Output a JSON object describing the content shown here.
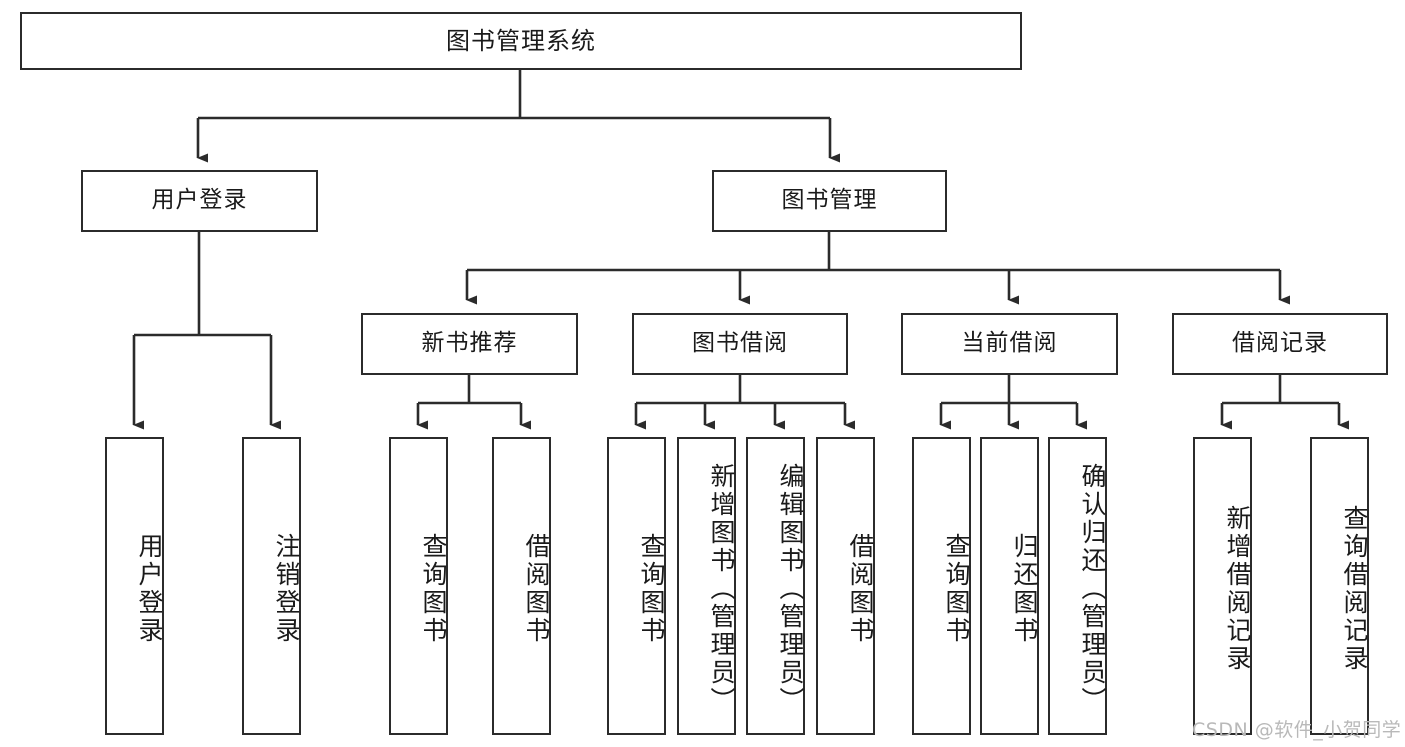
{
  "diagram": {
    "type": "tree-hierarchy",
    "title": "图书管理系统",
    "watermark": "CSDN @软件_小贺同学",
    "colors": {
      "box_border": "#2b2b2b",
      "box_fill": "#ffffff",
      "connector": "#2b2b2b",
      "text": "#1a1a1a",
      "watermark": "#b9b9b9",
      "background": "#ffffff"
    },
    "nodes": {
      "root": {
        "label": "图书管理系统"
      },
      "level2": [
        {
          "id": "user-login",
          "label": "用户登录"
        },
        {
          "id": "book-manage",
          "label": "图书管理"
        }
      ],
      "level3": [
        {
          "id": "new-book-recommend",
          "label": "新书推荐"
        },
        {
          "id": "book-borrow",
          "label": "图书借阅"
        },
        {
          "id": "current-borrow",
          "label": "当前借阅"
        },
        {
          "id": "borrow-record",
          "label": "借阅记录"
        }
      ],
      "leaves": {
        "user-login": [
          {
            "id": "leaf-user-login",
            "label": "用户登录"
          },
          {
            "id": "leaf-logout-login",
            "label": "注销登录"
          }
        ],
        "new-book-recommend": [
          {
            "id": "leaf-query-book-1",
            "label": "查询图书"
          },
          {
            "id": "leaf-borrow-book-1",
            "label": "借阅图书"
          }
        ],
        "book-borrow": [
          {
            "id": "leaf-query-book-2",
            "label": "查询图书"
          },
          {
            "id": "leaf-add-book",
            "label": "新增图书（管理员）"
          },
          {
            "id": "leaf-edit-book",
            "label": "编辑图书（管理员）"
          },
          {
            "id": "leaf-borrow-book-2",
            "label": "借阅图书"
          }
        ],
        "current-borrow": [
          {
            "id": "leaf-query-book-3",
            "label": "查询图书"
          },
          {
            "id": "leaf-return-book",
            "label": "归还图书"
          },
          {
            "id": "leaf-confirm-return",
            "label": "确认归还（管理员）"
          }
        ],
        "borrow-record": [
          {
            "id": "leaf-add-record",
            "label": "新增借阅记录"
          },
          {
            "id": "leaf-query-record",
            "label": "查询借阅记录"
          }
        ]
      }
    }
  }
}
